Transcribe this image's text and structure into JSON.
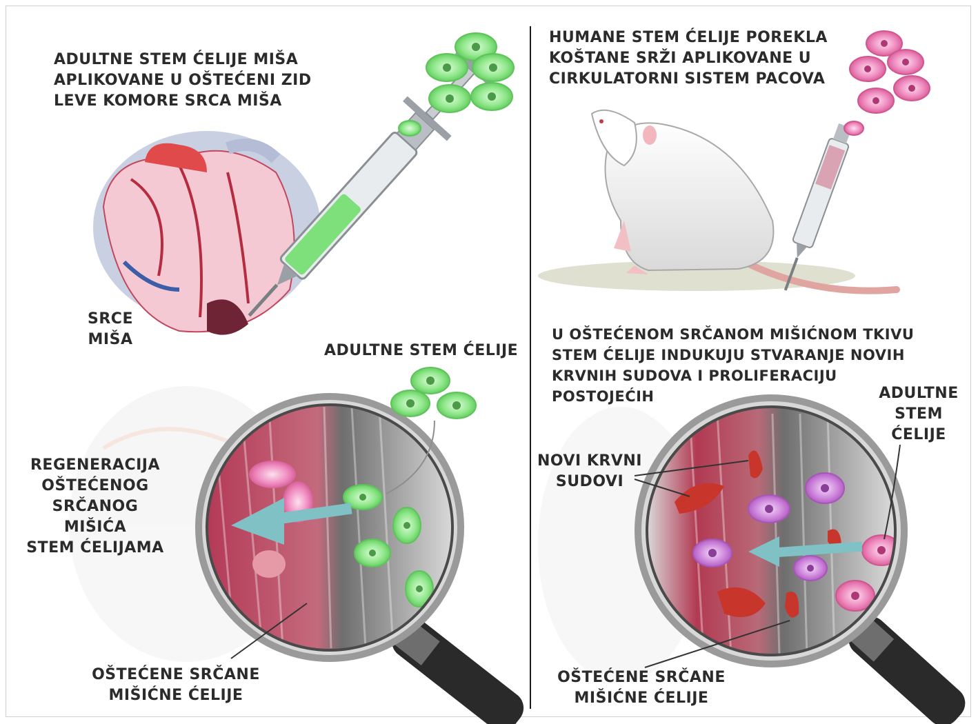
{
  "panels": {
    "left": {
      "caption": "ADULTNE STEM ĆELIJE MIŠA\nAPLIKOVANE U OŠTEĆENI ZID\nLEVE KOMORE SRCA MIŠA",
      "heart_label": "SRCE\nMIŠA",
      "stem_cells_label": "ADULTNE STEM ĆELIJE",
      "regeneration_label": "REGENERACIJA\nOŠTEĆENOG\nSRČANOG\nMIŠIĆA\nSTEM ĆELIJAMA",
      "damaged_cells_label": "OŠTEĆENE SRČANE\nMIŠIĆNE ĆELIJE"
    },
    "right": {
      "caption": "HUMANE STEM ĆELIJE POREKLA\nKOŠTANE SRŽI APLIKOVANE U\nCIRKULATORNI SISTEM PACOVA",
      "effect_label": "U OŠTEĆENOM SRČANOM MIŠIĆNOM TKIVU\nSTEM ĆELIJE INDUKUJU STVARANJE NOVIH\nKRVNIH SUDOVA I PROLIFERACIJU\nPOSTOJEĆIH",
      "stem_cells_label": "ADULTNE\nSTEM\nĆELIJE",
      "vessels_label": "NOVI KRVNI\nSUDOVI",
      "damaged_cells_label": "OŠTEĆENE SRČANE\nMIŠIĆNE ĆELIJE"
    }
  },
  "colors": {
    "stem_green": "#7ee07a",
    "stem_pink": "#e86aa8",
    "purple_cell": "#c46fd6",
    "muscle_red": "#b23a52",
    "muscle_gray": "#7a7a7a",
    "arrow": "#7fc1c4",
    "vessel": "#c8352b"
  },
  "icons": [
    "syringe-icon",
    "heart-icon",
    "magnifier-icon",
    "rat-icon",
    "cell-icon",
    "arrow-icon"
  ]
}
